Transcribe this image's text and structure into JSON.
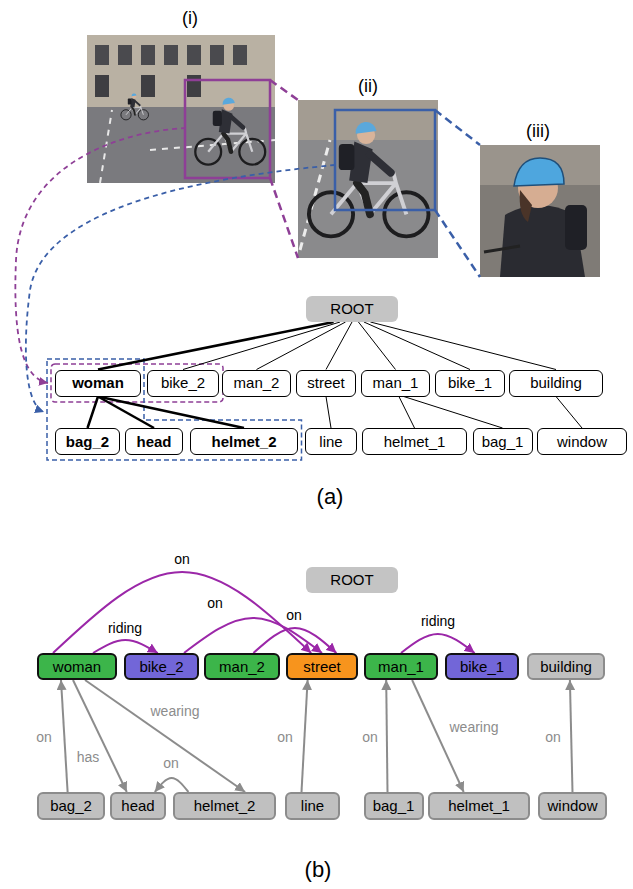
{
  "diagram": {
    "nodes": [
      {
        "text": [
          "ROOT"
        ]
      },
      {
        "text": [
          "woman"
        ]
      },
      {
        "text": [
          "bike_2"
        ]
      },
      {
        "text": [
          "man_2"
        ]
      },
      {
        "text": [
          "street"
        ]
      },
      {
        "text": [
          "man_1"
        ]
      },
      {
        "text": [
          "bike_1"
        ]
      },
      {
        "text": [
          "building"
        ]
      },
      {
        "text": [
          "bag_2"
        ]
      },
      {
        "text": [
          "head"
        ]
      },
      {
        "text": [
          "helmet_2"
        ]
      },
      {
        "text": [
          "line"
        ]
      },
      {
        "text": [
          "helmet_1"
        ]
      },
      {
        "text": [
          "bag_1"
        ]
      },
      {
        "text": [
          "window"
        ]
      },
      {
        "text": [
          "ROOT"
        ]
      },
      {
        "text": [
          "woman"
        ]
      },
      {
        "text": [
          "bike_2"
        ]
      },
      {
        "text": [
          "man_2"
        ]
      },
      {
        "text": [
          "street"
        ]
      },
      {
        "text": [
          "man_1"
        ]
      },
      {
        "text": [
          "bike_1"
        ]
      },
      {
        "text": [
          "building"
        ]
      },
      {
        "text": [
          "bag_2"
        ]
      },
      {
        "text": [
          "head"
        ]
      },
      {
        "text": [
          "helmet_2"
        ]
      },
      {
        "text": [
          "line"
        ]
      },
      {
        "text": [
          "bag_1"
        ]
      },
      {
        "text": [
          "helmet_1"
        ]
      },
      {
        "text": [
          "window"
        ]
      }
    ],
    "edges": [
      {
        "from": 0,
        "to": 1,
        "arrow": "none"
      },
      {
        "from": 0,
        "to": 2,
        "arrow": "none"
      },
      {
        "from": 0,
        "to": 3,
        "arrow": "none"
      },
      {
        "from": 0,
        "to": 4,
        "arrow": "none"
      },
      {
        "from": 0,
        "to": 5,
        "arrow": "none"
      },
      {
        "from": 0,
        "to": 6,
        "arrow": "none"
      },
      {
        "from": 0,
        "to": 7,
        "arrow": "none"
      },
      {
        "from": 1,
        "to": 8,
        "arrow": "none"
      },
      {
        "from": 1,
        "to": 9,
        "arrow": "none"
      },
      {
        "from": 1,
        "to": 10,
        "arrow": "none"
      },
      {
        "from": 4,
        "to": 11,
        "arrow": "none"
      },
      {
        "from": 5,
        "to": 12,
        "arrow": "none"
      },
      {
        "from": 5,
        "to": 13,
        "arrow": "none"
      },
      {
        "from": 7,
        "to": 14,
        "arrow": "none"
      },
      {
        "from": 16,
        "to": 17,
        "arrow": "to",
        "label": "riding"
      },
      {
        "from": 16,
        "to": 19,
        "arrow": "to",
        "label": "on"
      },
      {
        "from": 17,
        "to": 19,
        "arrow": "to",
        "label": "on"
      },
      {
        "from": 18,
        "to": 19,
        "arrow": "to",
        "label": "on"
      },
      {
        "from": 20,
        "to": 21,
        "arrow": "to",
        "label": "riding"
      },
      {
        "from": 23,
        "to": 16,
        "arrow": "to",
        "label": "on"
      },
      {
        "from": 16,
        "to": 24,
        "arrow": "to",
        "label": "has"
      },
      {
        "from": 16,
        "to": 25,
        "arrow": "to",
        "label": "wearing"
      },
      {
        "from": 25,
        "to": 24,
        "arrow": "to",
        "label": "on"
      },
      {
        "from": 26,
        "to": 19,
        "arrow": "to",
        "label": "on"
      },
      {
        "from": 27,
        "to": 20,
        "arrow": "to",
        "label": "on"
      },
      {
        "from": 20,
        "to": 28,
        "arrow": "to",
        "label": "wearing"
      },
      {
        "from": 29,
        "to": 22,
        "arrow": "to",
        "label": "on"
      }
    ],
    "labels": [
      "(i)",
      "(ii)",
      "(iii)",
      "(a)",
      "(b)"
    ]
  }
}
